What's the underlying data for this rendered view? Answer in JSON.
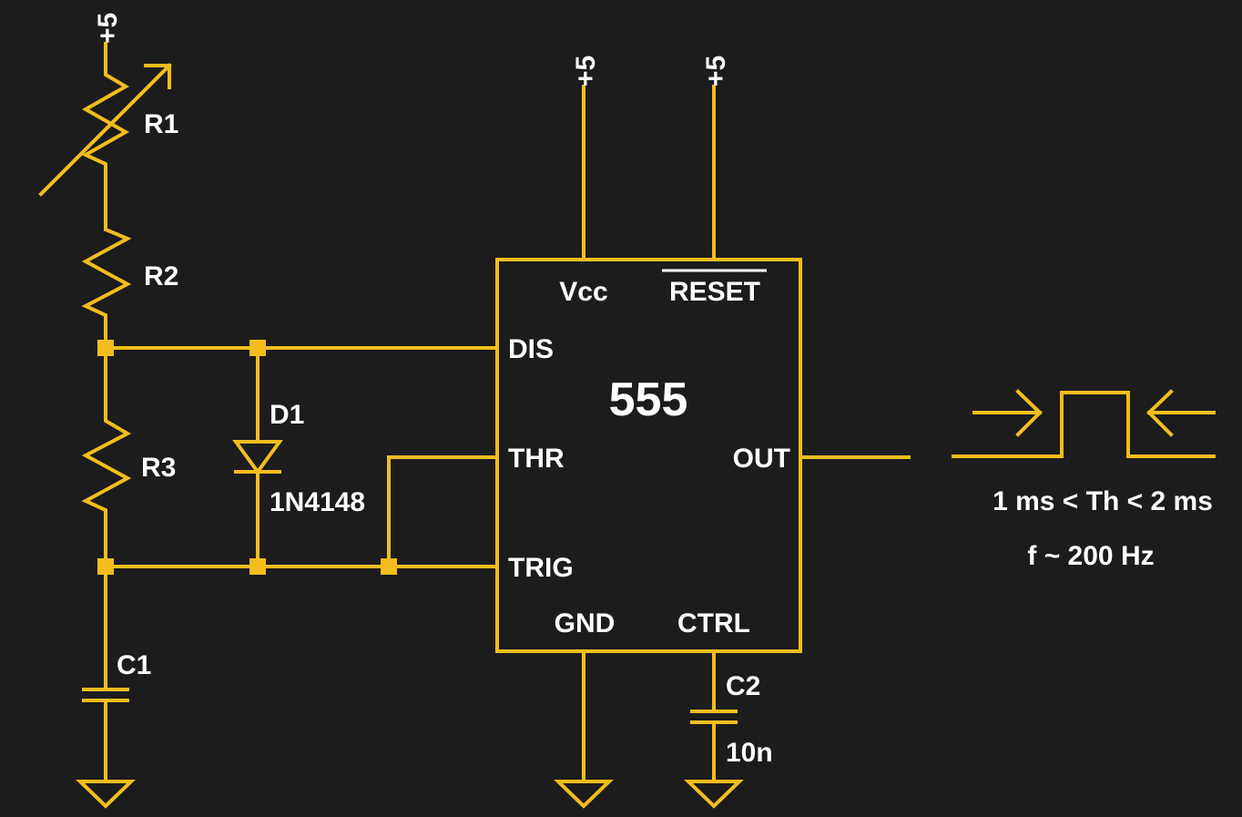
{
  "colors": {
    "background": "#1c1c1c",
    "wire": "#f2bd1d",
    "text": "#ffffff"
  },
  "supplies": {
    "r1_top": "+5",
    "vcc": "+5",
    "reset": "+5"
  },
  "components": {
    "r1": {
      "ref": "R1",
      "type": "variable-resistor"
    },
    "r2": {
      "ref": "R2",
      "type": "resistor"
    },
    "r3": {
      "ref": "R3",
      "type": "resistor"
    },
    "c1": {
      "ref": "C1",
      "type": "capacitor"
    },
    "c2": {
      "ref": "C2",
      "value": "10n",
      "type": "capacitor"
    },
    "d1": {
      "ref": "D1",
      "value": "1N4148",
      "type": "diode"
    }
  },
  "ic": {
    "name": "555",
    "pins": {
      "vcc": "Vcc",
      "reset": "RESET",
      "dis": "DIS",
      "thr": "THR",
      "out": "OUT",
      "trig": "TRIG",
      "gnd": "GND",
      "ctrl": "CTRL"
    }
  },
  "output_pulse": {
    "timing": "1 ms < Th < 2 ms",
    "frequency": "f ~ 200 Hz"
  }
}
